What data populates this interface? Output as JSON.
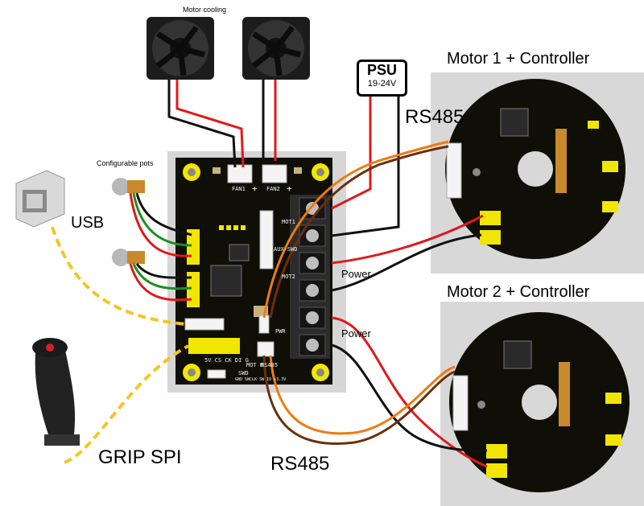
{
  "labels": {
    "motor_cooling": "Motor cooling",
    "configurable_pots": "Configurable pots",
    "usb": "USB",
    "grip_spi": "GRIP SPI",
    "psu_title": "PSU",
    "psu_voltage": "19-24V",
    "rs485_top": "RS485",
    "rs485_bottom": "RS485",
    "power_top": "Power",
    "power_bottom": "Power",
    "motor1": "Motor 1 + Controller",
    "motor2": "Motor 2 + Controller"
  },
  "board": {
    "fan1": "FAN1",
    "fan2": "FAN2",
    "plus1": "+",
    "plus2": "+",
    "spi_header": "5V CS CK DI G",
    "swd": "SWD",
    "swd_pins": "GND SWCLK SW IO +3.3V",
    "mot_b": "MOT B",
    "rs485_board": "RS485",
    "pwr": "PWR",
    "mot1": "MOT1",
    "mot2": "MOT2",
    "aux": "AUX-SWD"
  },
  "colors": {
    "board": "#111108",
    "pad": "#f2e600",
    "wire_red": "#e0191b",
    "wire_black": "#111111",
    "wire_orange": "#f07a10",
    "wire_brown": "#6b2f0a",
    "usb_dashed": "#f3c623",
    "pot_green": "#1e8f1e"
  }
}
